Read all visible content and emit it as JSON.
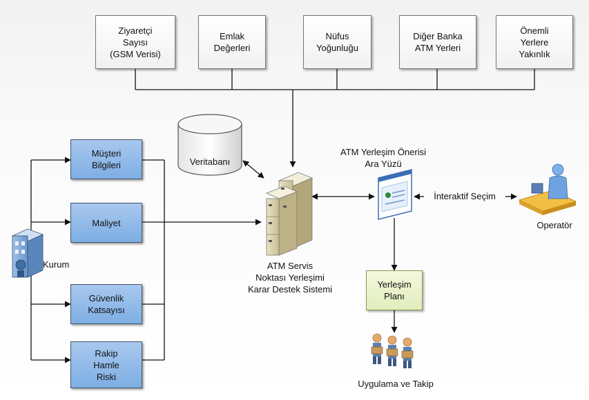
{
  "top_factors": [
    "Ziyaretçi\nSayısı\n(GSM Verisi)",
    "Emlak\nDeğerleri",
    "Nüfus\nYoğunluğu",
    "Diğer Banka\nATM Yerleri",
    "Önemli\nYerlere\nYakınlık"
  ],
  "left_factors": [
    "Müşteri\nBilgileri",
    "Maliyet",
    "Güvenlik\nKatsayısı",
    "Rakip\nHamle\nRiski"
  ],
  "database_label": "Veritabanı",
  "institution_label": "Kurum",
  "server_label": "ATM Servis\nNoktası Yerleşimi\nKarar Destek Sistemi",
  "interface_label": "ATM Yerleşim Önerisi\nAra Yüzü",
  "interactive_label": "İnteraktif Seçim",
  "operator_label": "Operatör",
  "plan_label": "Yerleşim\nPlanı",
  "execution_label": "Uygulama ve Takip"
}
